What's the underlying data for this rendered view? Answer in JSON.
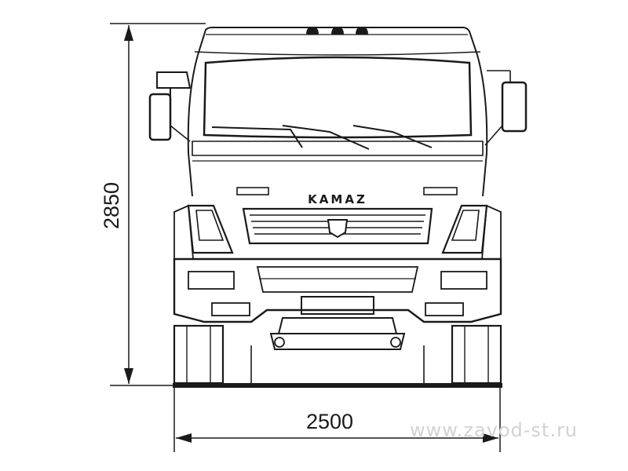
{
  "dimensions": {
    "height_label": "2850",
    "width_label": "2500"
  },
  "truck": {
    "brand_text": "KAMAZ"
  },
  "watermark": "www.zavod-st.ru"
}
